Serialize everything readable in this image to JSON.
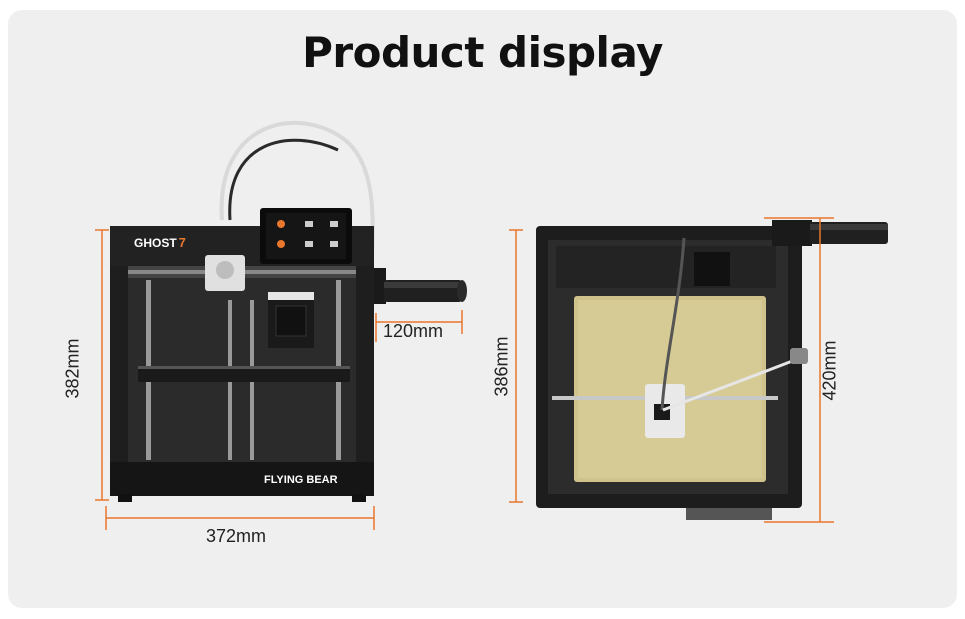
{
  "title": "Product display",
  "accent_color": "#e8772e",
  "front_view": {
    "brand_label": "GHOST",
    "brand_number": "7",
    "brand_footer": "FLYING BEAR",
    "height_label": "382mm",
    "width_label": "372mm",
    "spool_label": "120mm"
  },
  "top_view": {
    "depth_label": "386mm",
    "total_depth_label": "420mm"
  }
}
